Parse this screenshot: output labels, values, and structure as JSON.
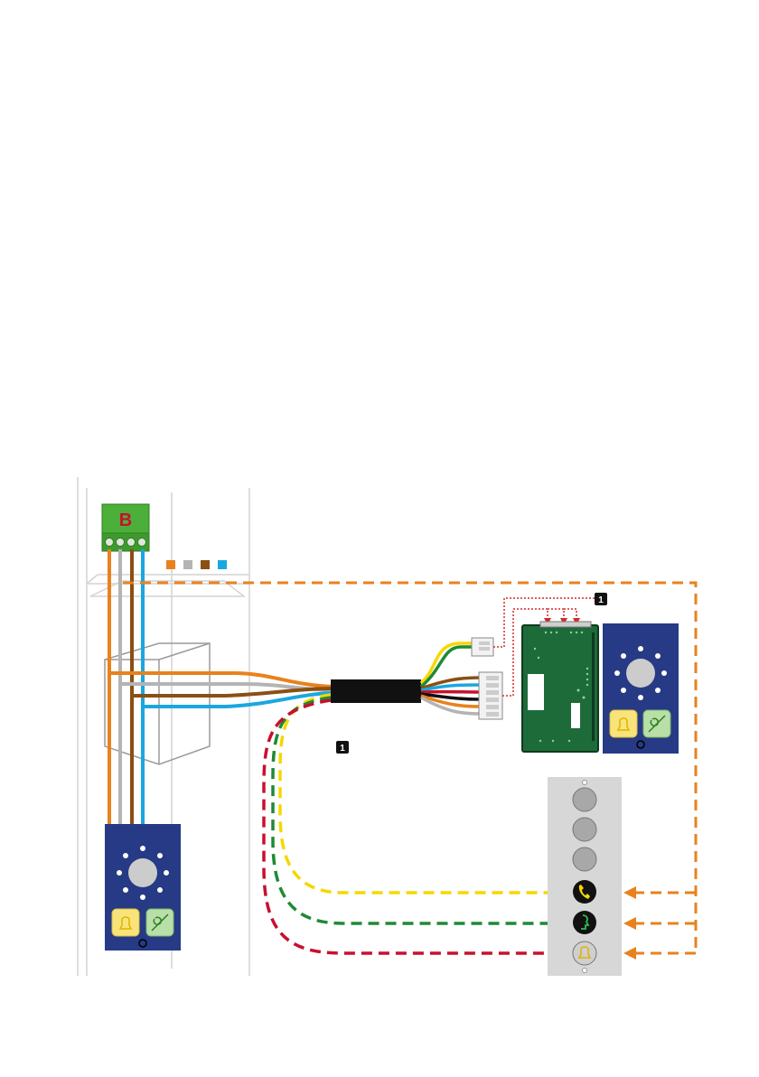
{
  "terminal_block": {
    "label": "B"
  },
  "markers": {
    "callout_top": "1",
    "callout_mid": "1"
  },
  "colors": {
    "orange": "#e8821e",
    "grey": "#b4b4b4",
    "brown": "#8a4f12",
    "blue": "#1aa7e0",
    "yellow": "#f5d800",
    "green": "#1f8a34",
    "red": "#c8102e",
    "black": "#111111",
    "panel_navy": "#263a85",
    "pcb_green": "#1e6b3a",
    "terminal_green": "#4caf3a",
    "frame_grey": "#d7d7d7"
  },
  "legend": {
    "wire_colors": [
      "orange",
      "grey",
      "brown",
      "blue"
    ]
  },
  "icons": [
    "bell-icon",
    "phone-icon",
    "speech-icon",
    "door-open-icon",
    "callout-badge-icon"
  ]
}
